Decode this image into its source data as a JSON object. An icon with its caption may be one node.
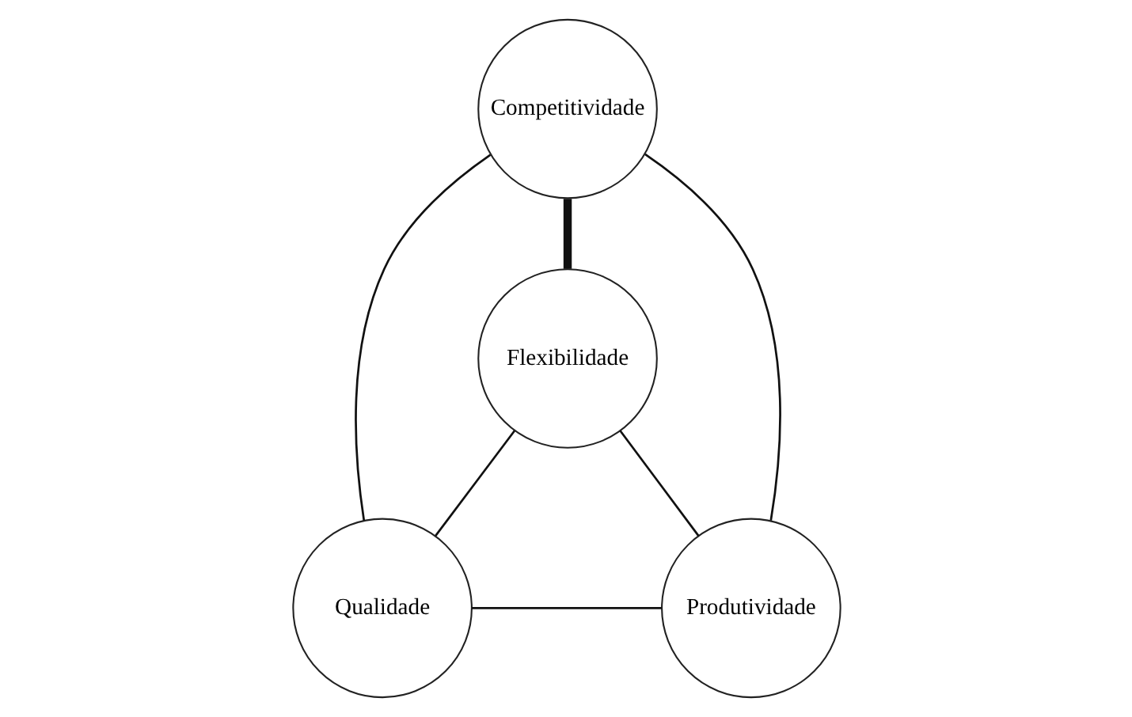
{
  "diagram": {
    "nodes": [
      {
        "text": [
          "Competitividade"
        ]
      },
      {
        "text": [
          "Flexibilidade"
        ]
      },
      {
        "text": [
          "Qualidade"
        ]
      },
      {
        "text": [
          "Produtividade"
        ]
      }
    ],
    "edges": [
      {
        "from": 0,
        "to": 2,
        "arrow": "none"
      },
      {
        "from": 0,
        "to": 1,
        "arrow": "none",
        "style": "thick"
      },
      {
        "from": 0,
        "to": 3,
        "arrow": "none"
      },
      {
        "from": 1,
        "to": 2,
        "arrow": "none"
      },
      {
        "from": 1,
        "to": 3,
        "arrow": "none"
      },
      {
        "from": 2,
        "to": 3,
        "arrow": "none"
      }
    ]
  }
}
